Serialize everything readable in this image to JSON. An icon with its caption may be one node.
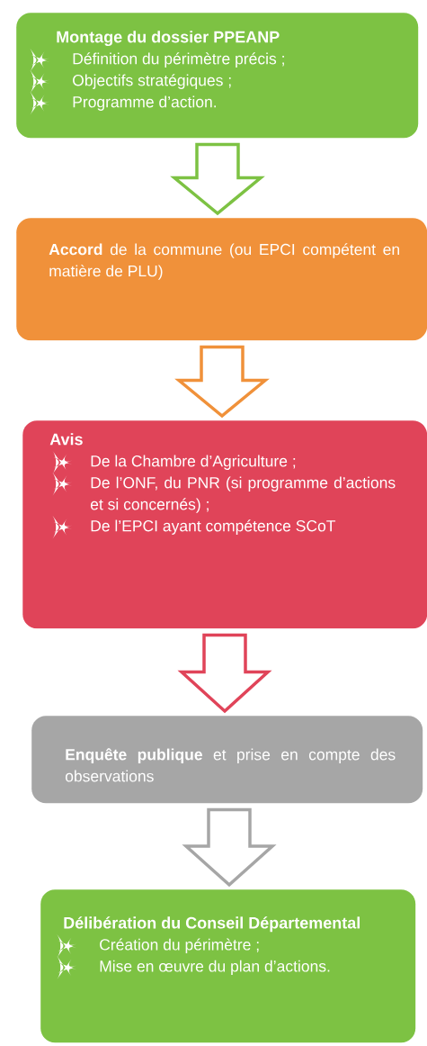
{
  "diagram": {
    "nodes": [
      {
        "text": [
          "Montage du dossier PPEANP",
          "Définition du périmètre précis ;",
          "Objectifs stratégiques ;",
          "Programme d’action."
        ]
      },
      {
        "text": [
          "**Accord** de la commune (ou EPCI compétent en matière de PLU)"
        ]
      },
      {
        "text": [
          "Avis",
          "De la Chambre d’Agriculture ;",
          "De l’ONF, du PNR (si programme d’actions et si concernés) ;",
          "De l’EPCI ayant compétence SCoT"
        ]
      },
      {
        "text": [
          "**Enquête publique** et prise en compte des observations"
        ]
      },
      {
        "text": [
          "Délibération du Conseil Départemental",
          "Création du périmètre ;",
          "Mise en œuvre du plan d’actions."
        ]
      }
    ],
    "edges": [
      {
        "from": 0,
        "to": 1,
        "arrow": "to",
        "color": "#7dc243"
      },
      {
        "from": 1,
        "to": 2,
        "arrow": "to",
        "color": "#f0913a"
      },
      {
        "from": 2,
        "to": 3,
        "arrow": "to",
        "color": "#e04459"
      },
      {
        "from": 3,
        "to": 4,
        "arrow": "to",
        "color": "#a6a6a6"
      }
    ]
  }
}
